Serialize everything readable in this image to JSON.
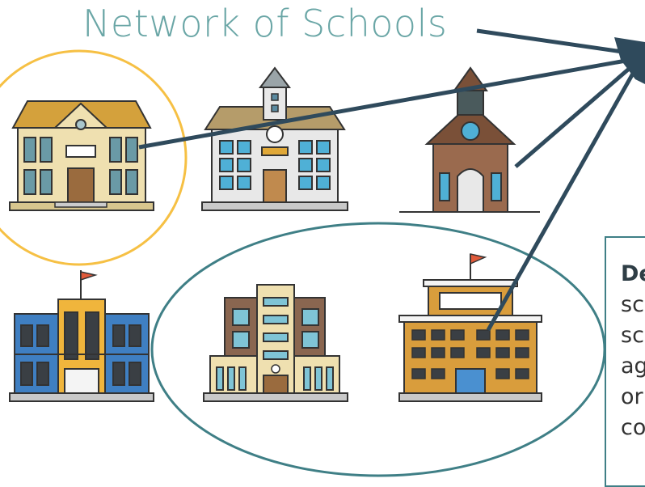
{
  "title": "Network of Schools",
  "definition": {
    "term": "De",
    "lines": [
      "sc",
      "sc",
      "ag",
      "or",
      "co"
    ]
  },
  "colors": {
    "title": "#6aa6a6",
    "arrow": "#2f4a5c",
    "highlight_circle": "#f6c044",
    "group_ellipse": "#3f7f86"
  },
  "icons": [
    "school-building-1-icon",
    "school-building-clock-tower-icon",
    "chapel-school-icon",
    "blue-school-building-icon",
    "tall-school-building-icon",
    "orange-school-building-icon"
  ]
}
